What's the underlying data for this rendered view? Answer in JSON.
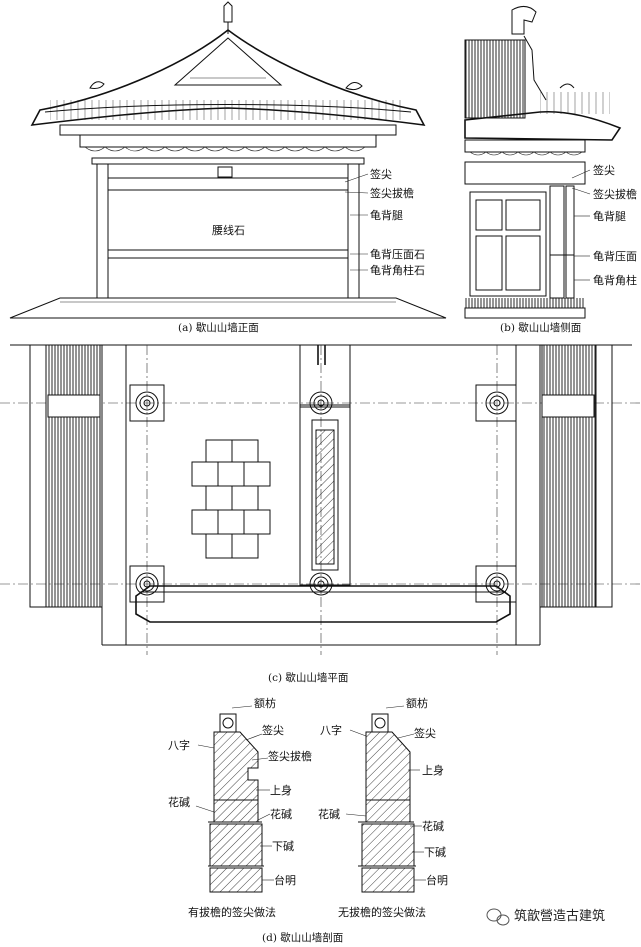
{
  "panel_a": {
    "caption": "(a) 歇山山墙正面",
    "labels": [
      "签尖",
      "签尖拔檐",
      "龟背腿",
      "腰线石",
      "龟背压面石",
      "龟背角柱石"
    ]
  },
  "panel_b": {
    "caption": "(b) 歇山山墙侧面",
    "labels": [
      "签尖",
      "签尖拔檐",
      "龟背腿",
      "龟背压面",
      "龟背角柱"
    ]
  },
  "panel_c": {
    "caption": "(c) 歇山山墙平面"
  },
  "panel_d": {
    "caption": "(d) 歇山山墙剖面",
    "left_labels": [
      "额枋",
      "八字",
      "签尖",
      "签尖拔檐",
      "上身",
      "花碱",
      "花碱",
      "下碱",
      "台明"
    ],
    "left_title": "有拔檐的签尖做法",
    "right_labels": [
      "额枋",
      "八字",
      "签尖",
      "上身",
      "花碱",
      "花碱",
      "下碱",
      "台明"
    ],
    "right_title": "无拔檐的签尖做法"
  },
  "watermark": "筑歆營造古建筑",
  "watermark_icon": "wechat-icon"
}
